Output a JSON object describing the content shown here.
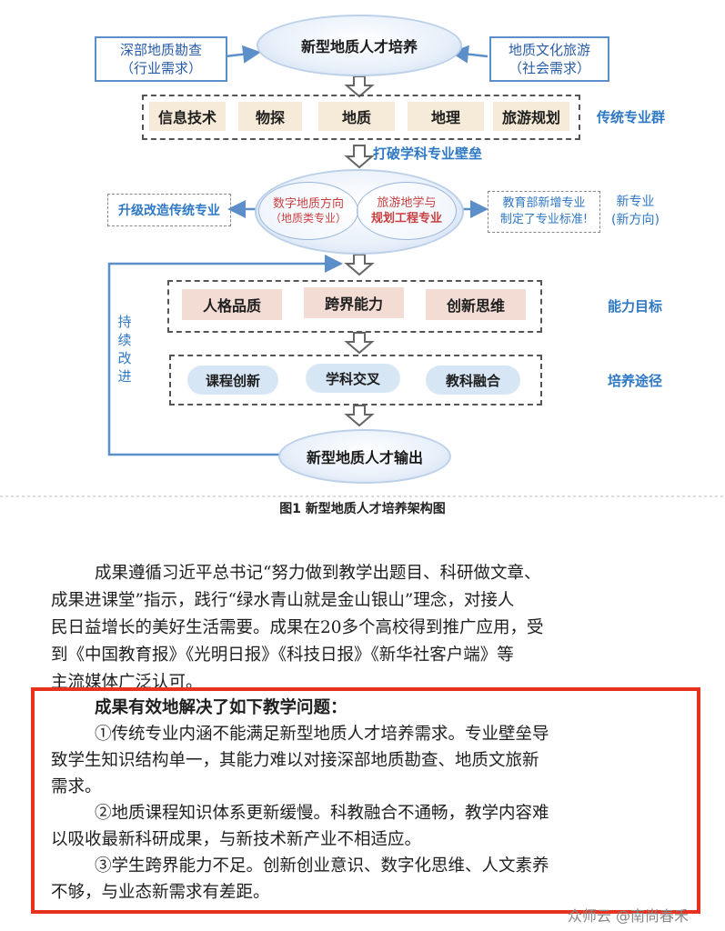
{
  "diagram": {
    "top_oval": "新型地质人才培养",
    "left_box": [
      "深部地质勘查",
      "（行业需求）"
    ],
    "right_box": [
      "地质文化旅游",
      "（社会需求）"
    ],
    "traditional_row": [
      "信息技术",
      "物探",
      "地质",
      "地理",
      "旅游规划"
    ],
    "traditional_label": "传统专业群",
    "break_barrier_label": "打破学科专业壁垒",
    "inner_oval_left": [
      "数字地质方向",
      "（地质类专业）"
    ],
    "inner_oval_right": [
      "旅游地学与",
      "规划工程专业"
    ],
    "upgrade_label": "升级改造传统专业",
    "moe_box": [
      "教育部新增专业",
      "制定了专业标准!"
    ],
    "new_major_label": [
      "新专业",
      "(新方向)"
    ],
    "ability_row": [
      "人格品质",
      "跨界能力",
      "创新思维"
    ],
    "ability_label": "能力目标",
    "path_row": [
      "课程创新",
      "学科交叉",
      "教科融合"
    ],
    "path_label": "培养途径",
    "bottom_oval": "新型地质人才输出",
    "loop_label": [
      "持",
      "续",
      "改",
      "进"
    ]
  },
  "caption": "图1  新型地质人才培养架构图",
  "paragraph1": [
    "成果遵循习近平总书记“努力做到教学出题目、科研做文章、",
    "成果进课堂”指示，践行“绿水青山就是金山银山”理念，对接人",
    "民日益增长的美好生活需要。成果在20多个高校得到推广应用，受",
    "到《中国教育报》《光明日报》《科技日报》《新华社客户端》等",
    "主流媒体广泛认可。"
  ],
  "highlight": {
    "heading": "成果有效地解决了如下教学问题：",
    "item1": [
      "①传统专业内涵不能满足新型地质人才培养需求。专业壁垒导",
      "致学生知识结构单一，其能力难以对接深部地质勘查、地质文旅新",
      "需求。"
    ],
    "item2": [
      "②地质课程知识体系更新缓慢。科教融合不通畅，教学内容难",
      "以吸收最新科研成果，与新技术新产业不相适应。"
    ],
    "item3": [
      "③学生跨界能力不足。创新创业意识、数字化思维、人文素养",
      "不够，与业态新需求有差距。"
    ]
  },
  "footer": "众师云 @南尚春禾",
  "colors": {
    "accent_blue": "#2f78c4",
    "highlight_red": "#e8321f"
  }
}
